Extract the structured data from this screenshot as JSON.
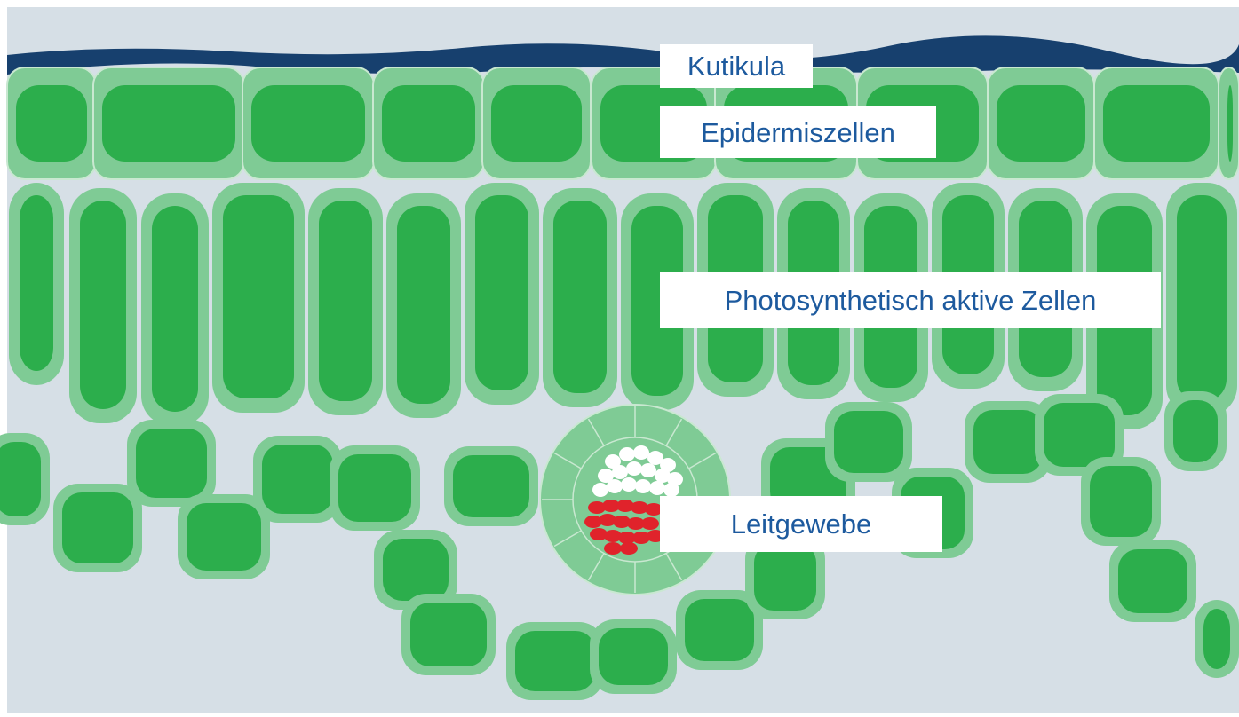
{
  "figure": {
    "labels": {
      "cuticle": "Kutikula",
      "epidermis": "Epidermiszellen",
      "palisade": "Photosynthetisch aktive Zellen",
      "vascular": "Leitgewebe"
    }
  },
  "colors": {
    "background": "#d6dfe6",
    "cuticle": "#17406e",
    "cell_wall": "#7fcb95",
    "cell_interior": "#2cae4c",
    "cell_outline": "#c9e8d1",
    "xylem": "#ffffff",
    "phloem": "#e0232b",
    "label_text": "#1d5a9e",
    "label_background": "#ffffff"
  }
}
